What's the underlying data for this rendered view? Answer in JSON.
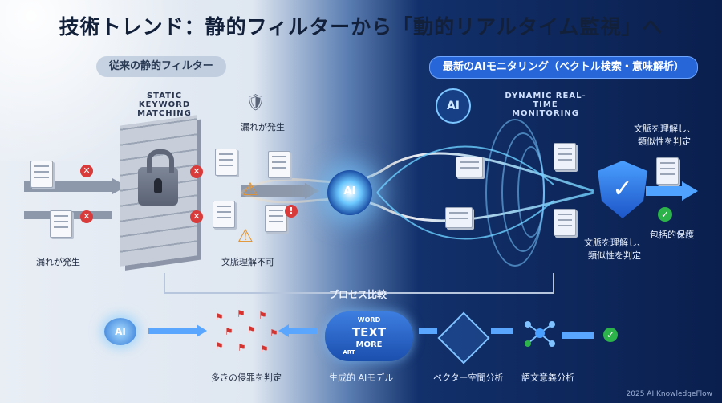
{
  "title": "技術トレンド：静的フィルターから「動的リアルタイム監視」へ",
  "left_pill": "従来の静的フィルター",
  "right_pill": "最新のAIモニタリング（ベクトル検索・意味解析）",
  "left_caption_line1": "STATIC KEYWORD",
  "left_caption_line2": "MATCHING",
  "right_caption_line1": "DYNAMIC REAL-TIME",
  "right_caption_line2": "MONITORING",
  "labels": {
    "leak_top": "漏れが発生",
    "leak_bottom": "漏れが発生",
    "context_unknown": "文脈理解不可",
    "understand_top_1": "文脈を理解し、",
    "understand_top_2": "類似性を判定",
    "understand_bottom_1": "文脈を理解し、",
    "understand_bottom_2": "類似性を判定",
    "comprehensive": "包括的保護",
    "process_compare": "プロセス比較",
    "ai": "AI"
  },
  "bottom_steps": [
    "多きの侵罪を判定",
    "生成的 AIモデル",
    "ベクター空間分析",
    "語文意義分析"
  ],
  "cloud_words": [
    "WORD",
    "TEXT",
    "MORE",
    "ART"
  ],
  "footer": "2025 AI KnowledgeFlow",
  "colors": {
    "accent_blue": "#2766d8",
    "danger": "#d93a3a",
    "ok": "#2cb34a",
    "warning": "#e3902a"
  }
}
